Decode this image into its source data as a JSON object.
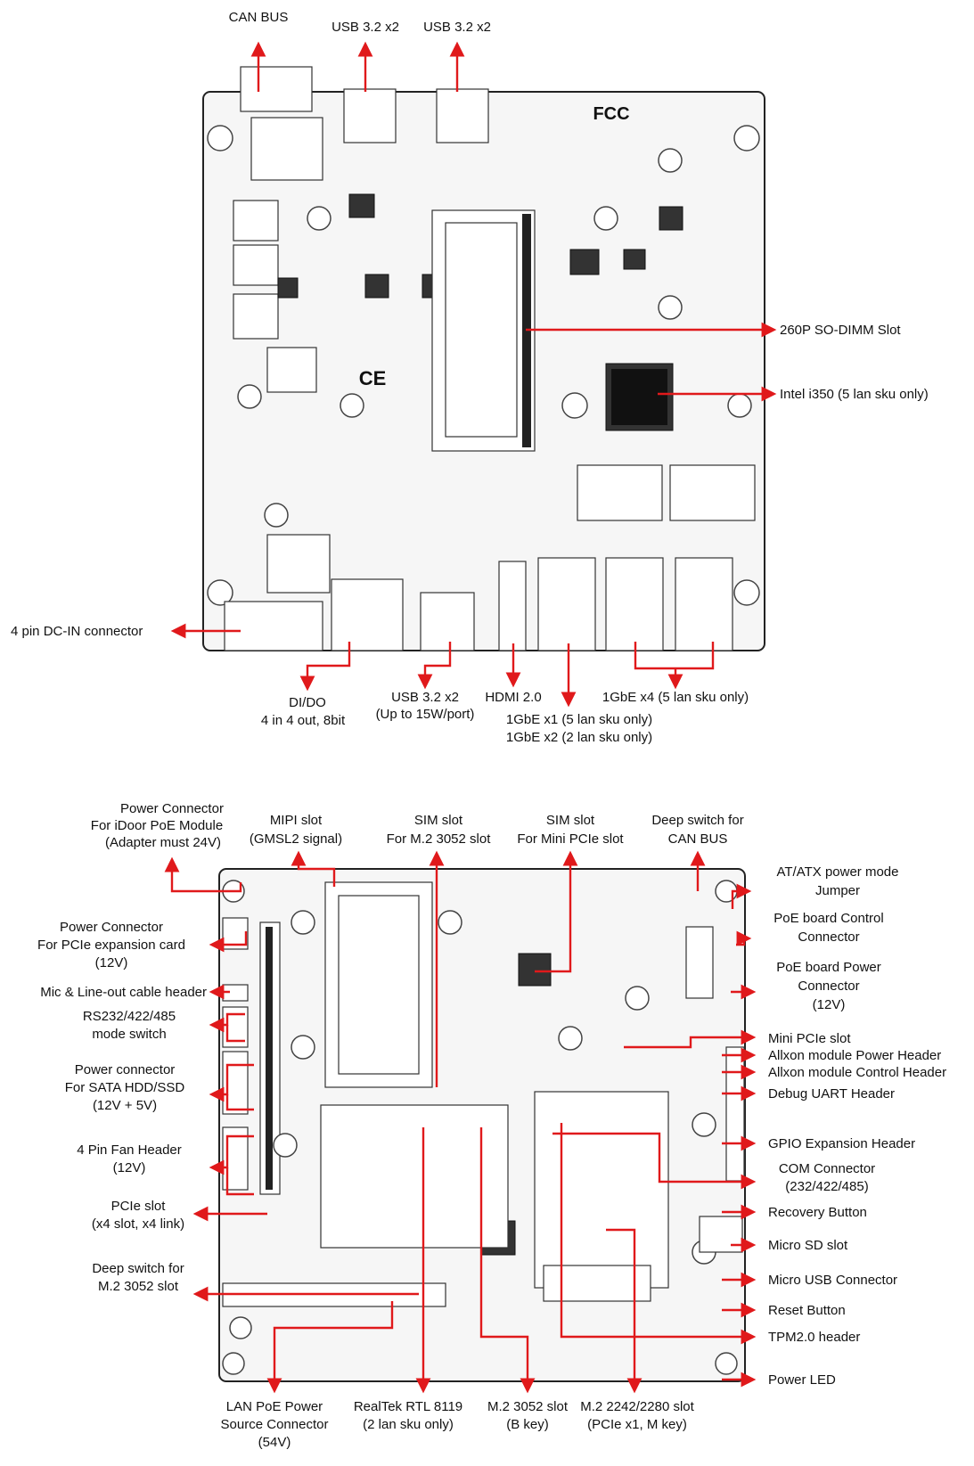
{
  "top_view": {
    "board_marks": {
      "fcc": "FCC",
      "ce": "CE"
    },
    "labels": {
      "can_bus": "CAN BUS",
      "usb_a": "USB 3.2 x2",
      "usb_b": "USB 3.2 x2",
      "sodimm": "260P SO-DIMM Slot",
      "i350": "Intel i350 (5 lan sku only)",
      "dcin": "4 pin DC-IN connector",
      "dido_1": "DI/DO",
      "dido_2": "4 in 4 out, 8bit",
      "usb_bottom_1": "USB 3.2 x2",
      "usb_bottom_2": "(Up to 15W/port)",
      "hdmi": "HDMI 2.0",
      "gbe4": "1GbE x4 (5 lan sku only)",
      "gbe1_1": "1GbE x1 (5 lan sku only)",
      "gbe1_2": "1GbE x2 (2 lan sku only)"
    }
  },
  "bottom_view": {
    "labels": {
      "pwr_idoor_1": "Power Connector",
      "pwr_idoor_2": "For iDoor PoE Module",
      "pwr_idoor_3": "(Adapter must 24V)",
      "mipi_1": "MIPI slot",
      "mipi_2": "(GMSL2 signal)",
      "sim_m2_1": "SIM slot",
      "sim_m2_2": "For M.2 3052 slot",
      "sim_mpcie_1": "SIM slot",
      "sim_mpcie_2": "For Mini PCIe slot",
      "deep_can_1": "Deep switch for",
      "deep_can_2": "CAN BUS",
      "atx_1": "AT/ATX power mode",
      "atx_2": "Jumper",
      "poe_ctrl_1": "PoE board Control",
      "poe_ctrl_2": "Connector",
      "poe_pwr_1": "PoE board Power",
      "poe_pwr_2": "Connector",
      "poe_pwr_3": "(12V)",
      "mpcie": "Mini PCIe slot",
      "allxon_pwr": "Allxon module Power Header",
      "allxon_ctrl": "Allxon module Control Header",
      "debug_uart": "Debug UART Header",
      "gpio": "GPIO Expansion Header",
      "com_1": "COM Connector",
      "com_2": "(232/422/485)",
      "recovery": "Recovery Button",
      "microsd": "Micro SD slot",
      "microusb": "Micro USB Connector",
      "reset": "Reset Button",
      "tpm": "TPM2.0 header",
      "pled": "Power LED",
      "pwr_pcie_1": "Power Connector",
      "pwr_pcie_2": "For PCIe expansion card",
      "pwr_pcie_3": "(12V)",
      "mic": "Mic & Line-out cable header",
      "rs232_1": "RS232/422/485",
      "rs232_2": "mode switch",
      "sata_1": "Power connector",
      "sata_2": "For SATA HDD/SSD",
      "sata_3": "(12V + 5V)",
      "fan_1": "4 Pin Fan Header",
      "fan_2": "(12V)",
      "pcie_1": "PCIe slot",
      "pcie_2": "(x4 slot, x4 link)",
      "deep_m2_1": "Deep switch for",
      "deep_m2_2": "M.2 3052 slot",
      "lanpoe_1": "LAN PoE Power",
      "lanpoe_2": "Source Connector",
      "lanpoe_3": "(54V)",
      "realtek_1": "RealTek RTL 8119",
      "realtek_2": "(2 lan sku only)",
      "m2_3052_1": "M.2 3052 slot",
      "m2_3052_2": "(B key)",
      "m2_2242_1": "M.2 2242/2280 slot",
      "m2_2242_2": "(PCIe x1, M key)"
    }
  }
}
